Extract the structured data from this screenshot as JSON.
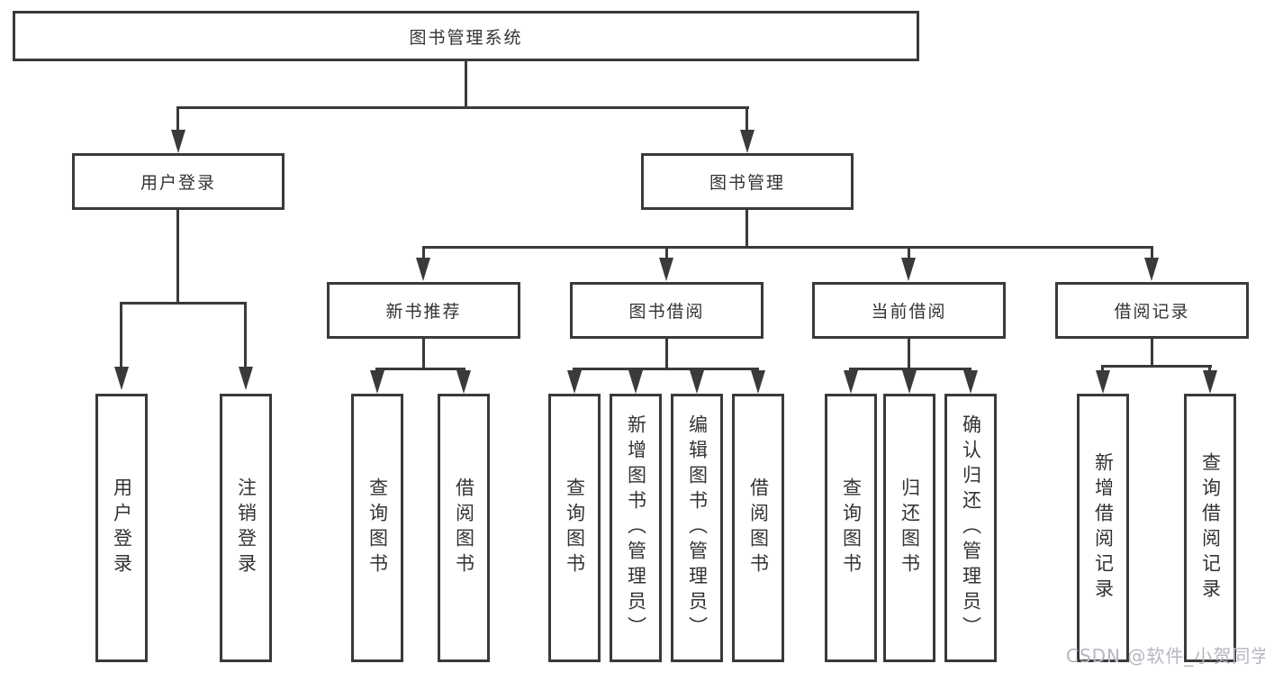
{
  "colors": {
    "line": "#3a3a3a",
    "text": "#333333",
    "background": "#ffffff",
    "watermark": "#b5b7c0"
  },
  "watermark": "CSDN @软件_小贺同学",
  "tree": {
    "label": "图书管理系统",
    "children": [
      {
        "label": "用户登录",
        "children": [
          {
            "label": "用户登录"
          },
          {
            "label": "注销登录"
          }
        ]
      },
      {
        "label": "图书管理",
        "children": [
          {
            "label": "新书推荐",
            "children": [
              {
                "label": "查询图书"
              },
              {
                "label": "借阅图书"
              }
            ]
          },
          {
            "label": "图书借阅",
            "children": [
              {
                "label": "查询图书"
              },
              {
                "label": "新增图书（管理员）"
              },
              {
                "label": "编辑图书（管理员）"
              },
              {
                "label": "借阅图书"
              }
            ]
          },
          {
            "label": "当前借阅",
            "children": [
              {
                "label": "查询图书"
              },
              {
                "label": "归还图书"
              },
              {
                "label": "确认归还（管理员）"
              }
            ]
          },
          {
            "label": "借阅记录",
            "children": [
              {
                "label": "新增借阅记录"
              },
              {
                "label": "查询借阅记录"
              }
            ]
          }
        ]
      }
    ]
  }
}
